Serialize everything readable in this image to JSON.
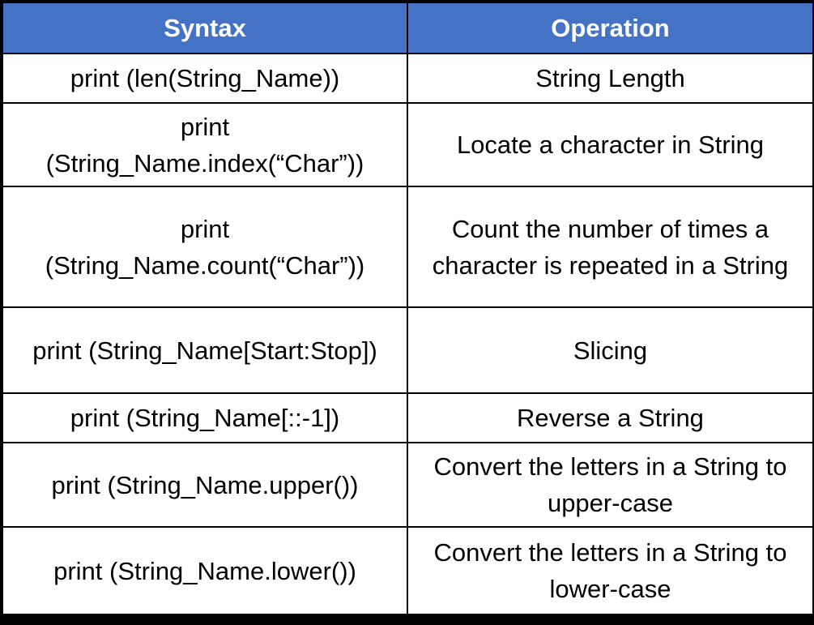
{
  "header": {
    "syntax": "Syntax",
    "operation": "Operation"
  },
  "rows": [
    {
      "syntax": "print (len(String_Name))",
      "operation": "String Length"
    },
    {
      "syntax": "print (String_Name.index(“Char”))",
      "operation": "Locate a character in String"
    },
    {
      "syntax": "print (String_Name.count(“Char”))",
      "operation": "Count the number of times a character is repeated in a String"
    },
    {
      "syntax": "print (String_Name[Start:Stop])",
      "operation": "Slicing"
    },
    {
      "syntax": "print (String_Name[::-1])",
      "operation": "Reverse a String"
    },
    {
      "syntax": "print (String_Name.upper())",
      "operation": "Convert the letters in a String to upper-case"
    },
    {
      "syntax": "print (String_Name.lower())",
      "operation": "Convert the letters in a String to lower-case"
    }
  ],
  "colors": {
    "header_bg": "#4472c4",
    "header_text": "#ffffff",
    "border": "#000000"
  }
}
